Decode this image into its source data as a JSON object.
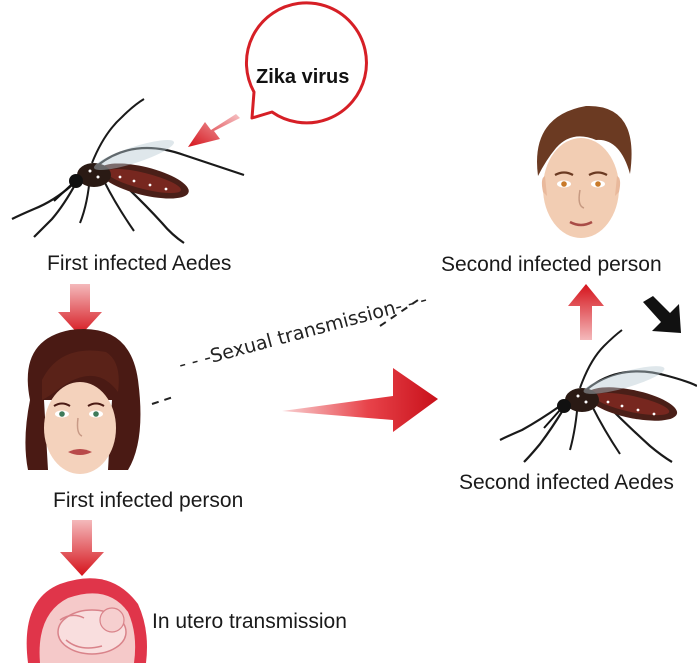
{
  "labels": {
    "virus": "Zika virus",
    "first_aedes": "First infected Aedes",
    "first_person": "First infected person",
    "second_person": "Second infected person",
    "second_aedes": "Second infected Aedes",
    "utero": "In utero transmission",
    "sexual": "- - -Sexual transmission- - -"
  },
  "icons": [
    "mosquito-icon",
    "woman-face-icon",
    "man-face-icon",
    "fetus-icon",
    "virus-bubble"
  ],
  "colors": {
    "arrow_red": "#d8161c",
    "arrow_light": "#f3b1b3",
    "bubble_stroke": "#d61f26",
    "arrow_black": "#111111"
  }
}
